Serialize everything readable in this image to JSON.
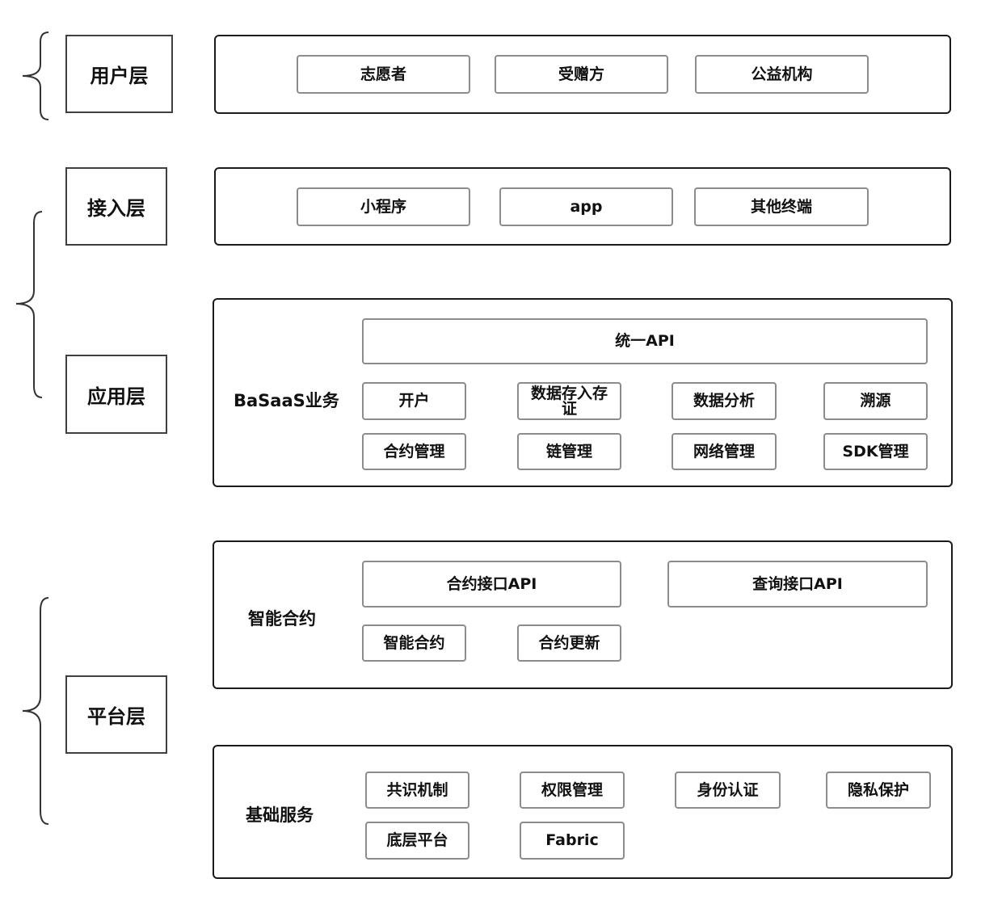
{
  "layers": {
    "user": "用户层",
    "access": "接入层",
    "application": "应用层",
    "platform": "平台层"
  },
  "user_layer": {
    "items": [
      "志愿者",
      "受赠方",
      "公益机构"
    ]
  },
  "access_layer": {
    "items": [
      "小程序",
      "app",
      "其他终端"
    ]
  },
  "application_layer": {
    "title": "BaSaaS业务",
    "api": "统一API",
    "row1": [
      "开户",
      "数据存入存证",
      "数据分析",
      "溯源"
    ],
    "row2": [
      "合约管理",
      "链管理",
      "网络管理",
      "SDK管理"
    ]
  },
  "smart_contract": {
    "title": "智能合约",
    "apis": [
      "合约接口API",
      "查询接口API"
    ],
    "items": [
      "智能合约",
      "合约更新"
    ]
  },
  "base_services": {
    "title": "基础服务",
    "row1": [
      "共识机制",
      "权限管理",
      "身份认证",
      "隐私保护"
    ],
    "row2": [
      "底层平台",
      "Fabric"
    ]
  }
}
